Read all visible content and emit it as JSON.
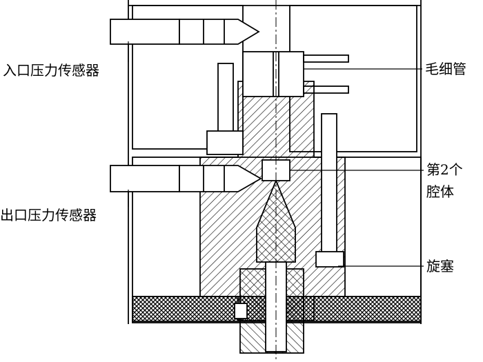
{
  "labels": {
    "inlet_sensor": "入口压力传感器",
    "capillary": "毛细管",
    "second_cavity_line1": "第2个",
    "second_cavity_line2": "腔体",
    "outlet_sensor": "出口压力传感器",
    "stopcock": "旋塞"
  },
  "colors": {
    "ink": "#000000",
    "background": "#ffffff"
  }
}
